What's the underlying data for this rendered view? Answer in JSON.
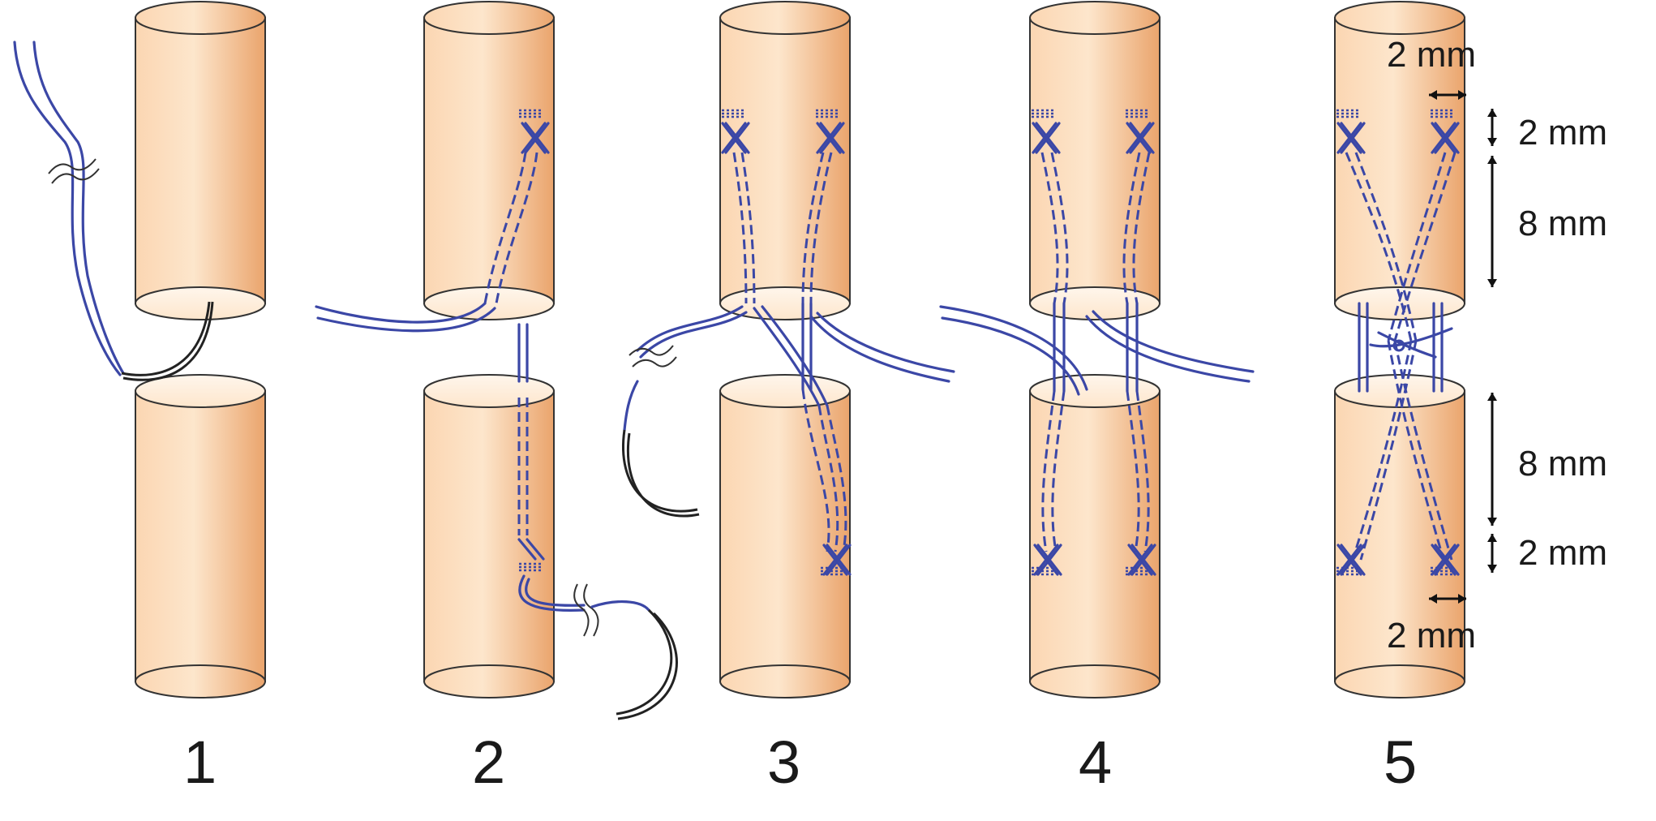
{
  "steps": [
    {
      "label": "1"
    },
    {
      "label": "2"
    },
    {
      "label": "3"
    },
    {
      "label": "4"
    },
    {
      "label": "5"
    }
  ],
  "dimensions": {
    "top_width": "2 mm",
    "top_depth": "2 mm",
    "upper_length": "8 mm",
    "lower_length": "8 mm",
    "bottom_depth": "2 mm",
    "bottom_width": "2 mm"
  },
  "colors": {
    "tendon_light": "#fde2c4",
    "tendon_dark": "#ecad78",
    "suture": "#3b47a6",
    "needle": "#222222"
  },
  "icons": [
    "suture-needle-icon",
    "thread-break-icon"
  ]
}
